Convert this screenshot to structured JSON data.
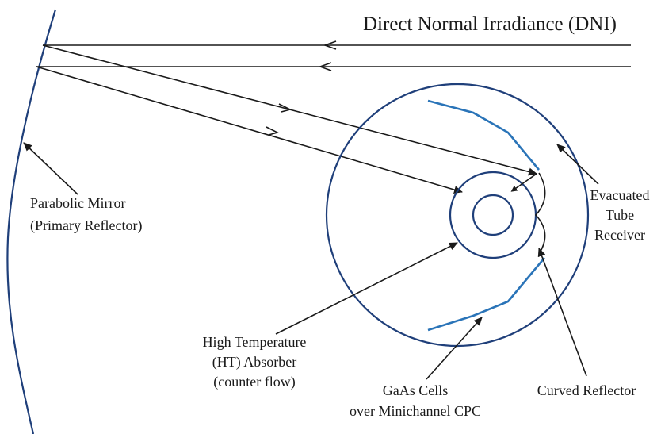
{
  "diagram": {
    "title": "Direct Normal Irradiance (DNI)",
    "labels": {
      "mirror": [
        "Parabolic Mirror",
        "(Primary Reflector)"
      ],
      "receiver": [
        "Evacuated",
        "Tube",
        "Receiver"
      ],
      "absorber": [
        "High Temperature",
        "(HT) Absorber",
        "(counter flow)"
      ],
      "cells": [
        "GaAs Cells",
        "over Minichannel CPC"
      ],
      "reflector": [
        "Curved Reflector"
      ]
    },
    "colors": {
      "outline": "#1f3f7a",
      "cells": "#2a74b8",
      "ink": "#1a1a1a"
    }
  }
}
